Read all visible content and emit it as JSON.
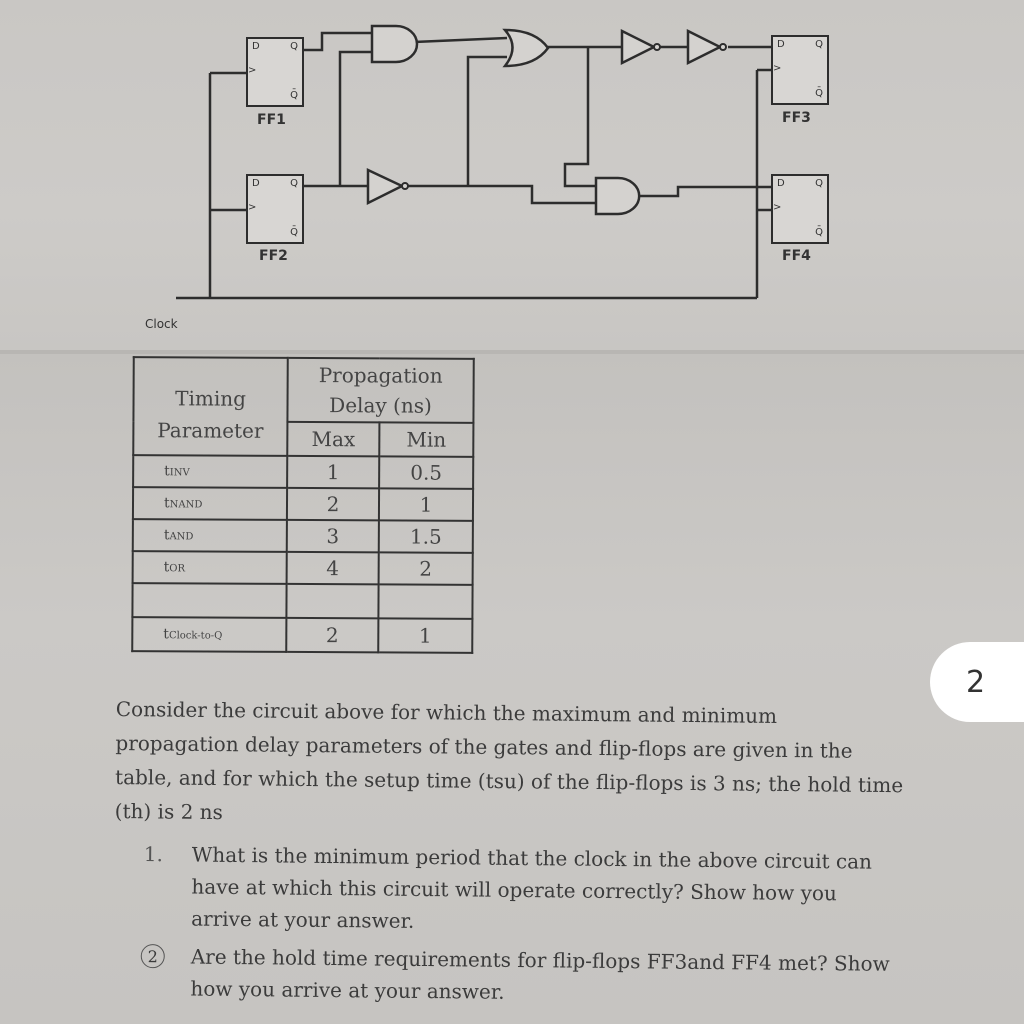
{
  "circuit": {
    "flip_flops": [
      {
        "id": "FF1",
        "label": "FF1"
      },
      {
        "id": "FF2",
        "label": "FF2"
      },
      {
        "id": "FF3",
        "label": "FF3"
      },
      {
        "id": "FF4",
        "label": "FF4"
      }
    ],
    "pin_d": "D",
    "pin_q": "Q",
    "pin_qbar": "Q̄",
    "clock_label": "Clock"
  },
  "table": {
    "header_param": "Timing Parameter",
    "header_delay": "Propagation Delay (ns)",
    "col_max": "Max",
    "col_min": "Min",
    "rows": [
      {
        "param": "t",
        "sub": "INV",
        "max": "1",
        "min": "0.5"
      },
      {
        "param": "t",
        "sub": "NAND",
        "max": "2",
        "min": "1"
      },
      {
        "param": "t",
        "sub": "AND",
        "max": "3",
        "min": "1.5"
      },
      {
        "param": "t",
        "sub": "OR",
        "max": "4",
        "min": "2"
      },
      {
        "param": "",
        "sub": "",
        "max": "",
        "min": ""
      },
      {
        "param": "t",
        "sub": "Clock-to-Q",
        "max": "2",
        "min": "1"
      }
    ]
  },
  "badge": "2",
  "question": {
    "lines": [
      "Consider the circuit above for which the maximum and minimum",
      "propagation delay parameters of the gates and flip-flops are given in the",
      "table, and for which the setup time (tsu) of the flip-flops is 3 ns; the hold time",
      "(th) is 2 ns"
    ]
  },
  "items": [
    {
      "marker": "1.",
      "lines": [
        "What is the minimum period that the clock in the above circuit can",
        "have at which this circuit will operate correctly? Show how you",
        "arrive at your answer."
      ]
    },
    {
      "marker": "2",
      "lines": [
        "Are the hold time requirements for flip-flops FF3and FF4 met? Show",
        "how you arrive at your answer."
      ]
    }
  ],
  "colors": {
    "paper": "#cfcdca",
    "ink": "#2d2d2d",
    "badge_bg": "#ffffff"
  }
}
